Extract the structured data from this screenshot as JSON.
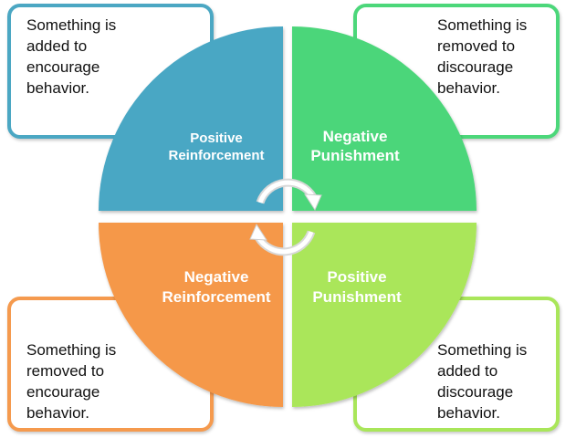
{
  "boxes": {
    "top_left": "Something is\nadded to\nencourage\nbehavior.",
    "top_right": "Something is\nremoved to\ndiscourage\nbehavior.",
    "bottom_left": "Something is\nremoved to\nencourage\nbehavior.",
    "bottom_right": "Something is\nadded to\ndiscourage\nbehavior."
  },
  "quadrants": {
    "positive_reinforcement": {
      "line1": "Positive",
      "line2": "Reinforcement",
      "color": "#4aa7c4"
    },
    "negative_punishment": {
      "line1": "Negative",
      "line2": "Punishment",
      "color": "#4cd67a"
    },
    "negative_reinforcement": {
      "line1": "Negative",
      "line2": "Reinforcement",
      "color": "#f5984a"
    },
    "positive_punishment": {
      "line1": "Positive",
      "line2": "Punishment",
      "color": "#aae65a"
    }
  }
}
